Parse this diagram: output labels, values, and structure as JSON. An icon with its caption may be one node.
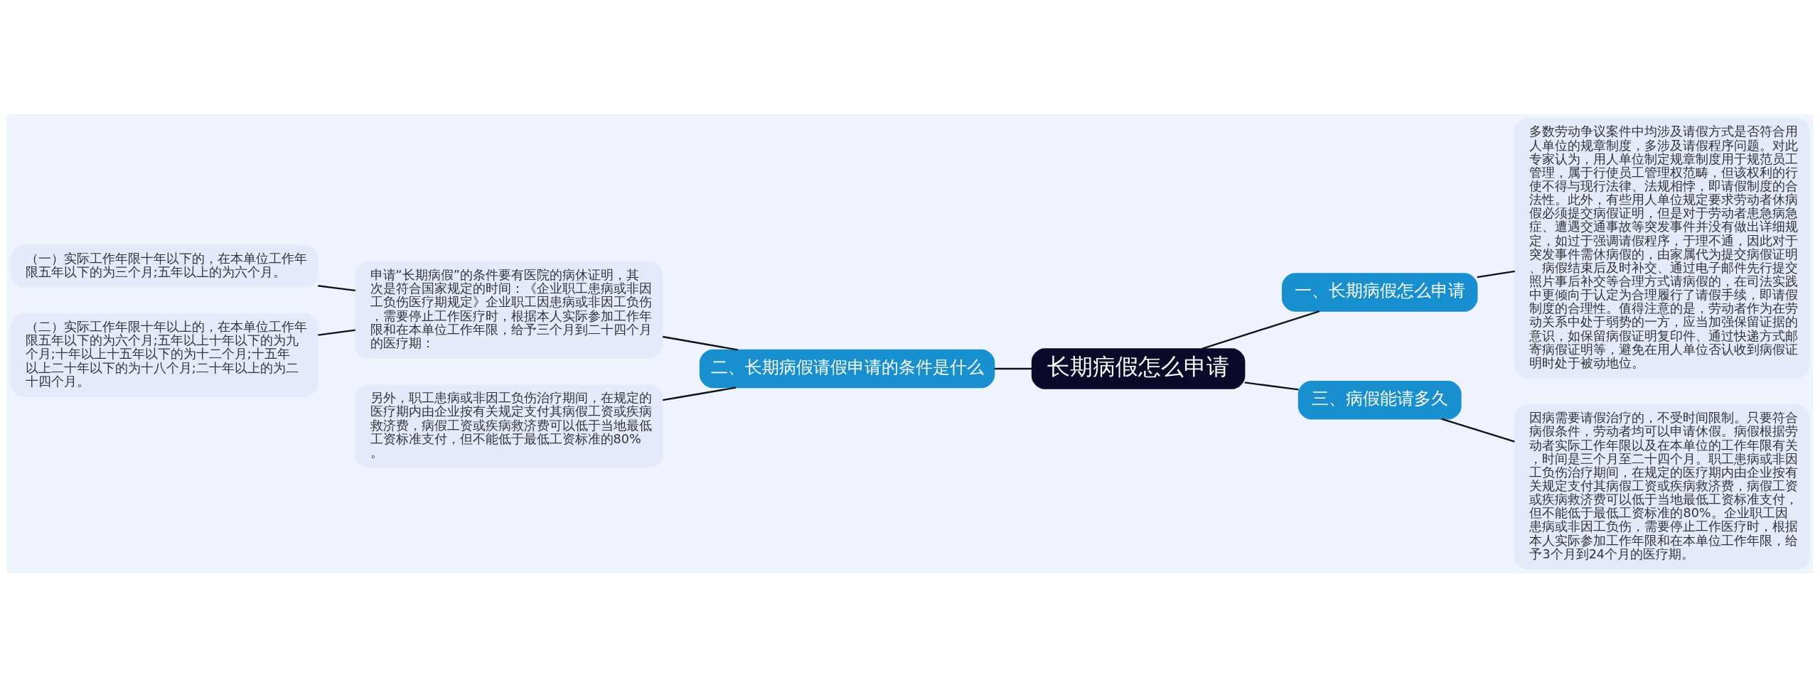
{
  "diagram": {
    "nodes": [
      {
        "text": [
          "长期病假怎么申请"
        ]
      },
      {
        "text": [
          "一、长期病假怎么申请"
        ]
      },
      {
        "text": [
          "多数劳动争议案件中均涉及请假方式是否符合用人单位的规章制度，多涉及请假程序问题。对此专家认为，用人单位制定规章制度用于规范员工管理，属于行使员工管理权范畴，但该权利的行使不得与现行法律、法规相悖，即请假制度的合法性。此外，有些用人单位规定要求劳动者休病假必须提交病假证明，但是对于劳动者患急病急症、遭遇交通事故等突发事件并没有做出详细规定，如过于强调请假程序，于理不通，因此对于突发事件需休病假的，由家属代为提交病假证明、病假结束后及时补交、通过电子邮件先行提交照片事后补交等合理方式请病假的，在司法实践中更倾向于认定为合理履行了请假手续，即请假制度的合理性。值得注意的是，劳动者作为在劳动关系中处于弱势的一方，应当加强保留证据的意识，如保留病假证明复印件、通过快递方式邮寄病假证明等，避免在用人单位否认收到病假证明时处于被动地位。"
        ]
      },
      {
        "text": [
          "二、长期病假请假申请的条件是什么"
        ]
      },
      {
        "text": [
          "申请“长期病假”的条件要有医院的病休证明，其次是符合国家规定的时间：《企业职工患病或非因工负伤医疗期规定》企业职工因患病或非因工负伤，需要停止工作医疗时，根据本人实际参加工作年限和在本单位工作年限，给予三个月到二十四个月的医疗期："
        ]
      },
      {
        "text": [
          "（一）实际工作年限十年以下的，在本单位工作年限五年以下的为三个月;五年以上的为六个月。"
        ]
      },
      {
        "text": [
          "（二）实际工作年限十年以上的，在本单位工作年限五年以下的为六个月;五年以上十年以下的为九个月;十年以上十五年以下的为十二个月;十五年以上二十年以下的为十八个月;二十年以上的为二十四个月。"
        ]
      },
      {
        "text": [
          "另外，职工患病或非因工负伤治疗期间，在规定的医疗期内由企业按有关规定支付其病假工资或疾病救济费，病假工资或疾病救济费可以低于当地最低工资标准支付，但不能低于最低工资标准的80%。"
        ]
      },
      {
        "text": [
          "三、病假能请多久"
        ]
      },
      {
        "text": [
          "因病需要请假治疗的，不受时间限制。只要符合病假条件，劳动者均可以申请休假。病假根据劳动者实际工作年限以及在本单位的工作年限有关，时间是三个月至二十四个月。职工患病或非因工负伤治疗期间，在规定的医疗期内由企业按有关规定支付其病假工资或疾病救济费，病假工资或疾病救济费可以低于当地最低工资标准支付，但不能低于最低工资标准的80%。企业职工因患病或非因工负伤，需要停止工作医疗时，根据本人实际参加工作年限和在本单位工作年限，给予3个月到24个月的医疗期。"
        ]
      }
    ],
    "edges": [
      {
        "from": 0,
        "to": 1,
        "arrow": "none"
      },
      {
        "from": 1,
        "to": 2,
        "arrow": "none"
      },
      {
        "from": 0,
        "to": 3,
        "arrow": "none"
      },
      {
        "from": 3,
        "to": 4,
        "arrow": "none"
      },
      {
        "from": 4,
        "to": 5,
        "arrow": "none"
      },
      {
        "from": 4,
        "to": 6,
        "arrow": "none"
      },
      {
        "from": 3,
        "to": 7,
        "arrow": "none"
      },
      {
        "from": 0,
        "to": 8,
        "arrow": "none"
      },
      {
        "from": 8,
        "to": 9,
        "arrow": "none"
      }
    ]
  }
}
